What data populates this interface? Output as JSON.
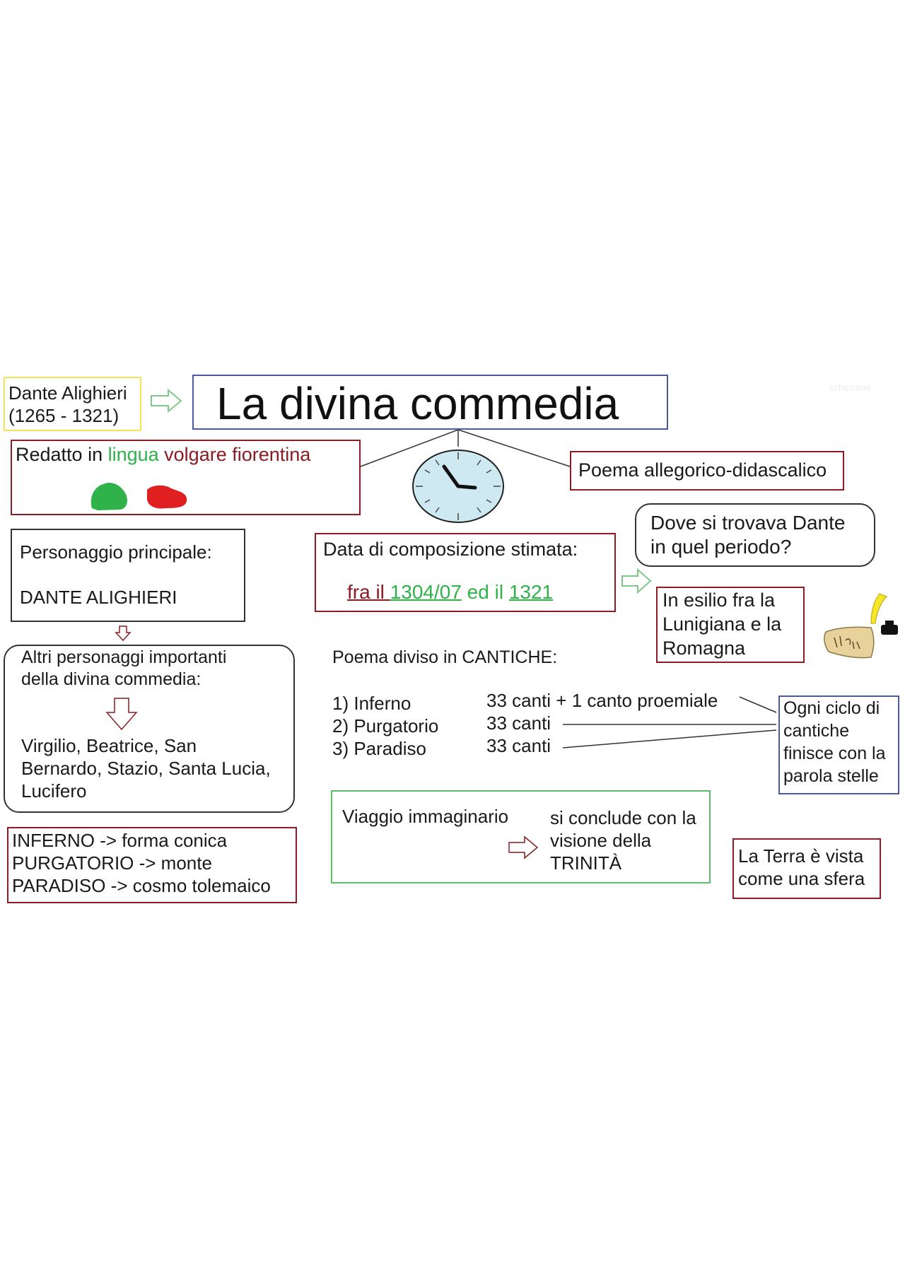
{
  "author": {
    "name": "Dante Alighieri",
    "dates": "(1265 - 1321)"
  },
  "title": "La divina commedia",
  "watermark": "schemine",
  "redatto": {
    "prefix": "Redatto in ",
    "lingua": "lingua",
    "volgare": " volgare fiorentina"
  },
  "poema": "Poema allegorico-didascalico",
  "personaggio": {
    "label": "Personaggio principale:",
    "name": "DANTE ALIGHIERI"
  },
  "data_composizione": {
    "label": "Data di composizione stimata:",
    "fra": "fra il ",
    "year1": "1304/07",
    "ed": " ed il ",
    "year2": "1321"
  },
  "dove": {
    "line1": "Dove si trovava Dante",
    "line2": "in quel periodo?"
  },
  "esilio": {
    "line1": "In esilio fra la",
    "line2": "Lunigiana e la",
    "line3": "Romagna"
  },
  "altri": {
    "line1": "Altri personaggi importanti",
    "line2": "della divina commedia:",
    "list1": "Virgilio, Beatrice, San",
    "list2": "Bernardo, Stazio, Santa Lucia,",
    "list3": "Lucifero"
  },
  "cantiche": {
    "heading": "Poema diviso in CANTICHE:",
    "items": [
      {
        "name": "1) Inferno",
        "canti": "33 canti + 1 canto proemiale"
      },
      {
        "name": "2) Purgatorio",
        "canti": "33 canti"
      },
      {
        "name": "3) Paradiso",
        "canti": "33 canti"
      }
    ]
  },
  "ogni_ciclo": {
    "line1": "Ogni ciclo di",
    "line2": "cantiche",
    "line3": "finisce con la",
    "line4": "parola stelle"
  },
  "forme": {
    "line1": "INFERNO -> forma conica",
    "line2": "PURGATORIO -> monte",
    "line3": "PARADISO -> cosmo tolemaico"
  },
  "viaggio": {
    "label": "Viaggio immaginario",
    "line1": "si conclude con la",
    "line2": "visione della",
    "line3": "TRINITÀ"
  },
  "terra": {
    "line1": "La Terra è vista",
    "line2": "come una sfera"
  },
  "icons": [
    "arrow-right-icon",
    "arrow-down-icon",
    "clock-icon",
    "flag-icon",
    "quill-scroll-icon"
  ],
  "colors": {
    "green": "#2fb24a",
    "red": "#8a1c22",
    "blue": "#4a5a9a",
    "yellow": "#f2e45a",
    "clock_face": "#cfe9f3"
  }
}
